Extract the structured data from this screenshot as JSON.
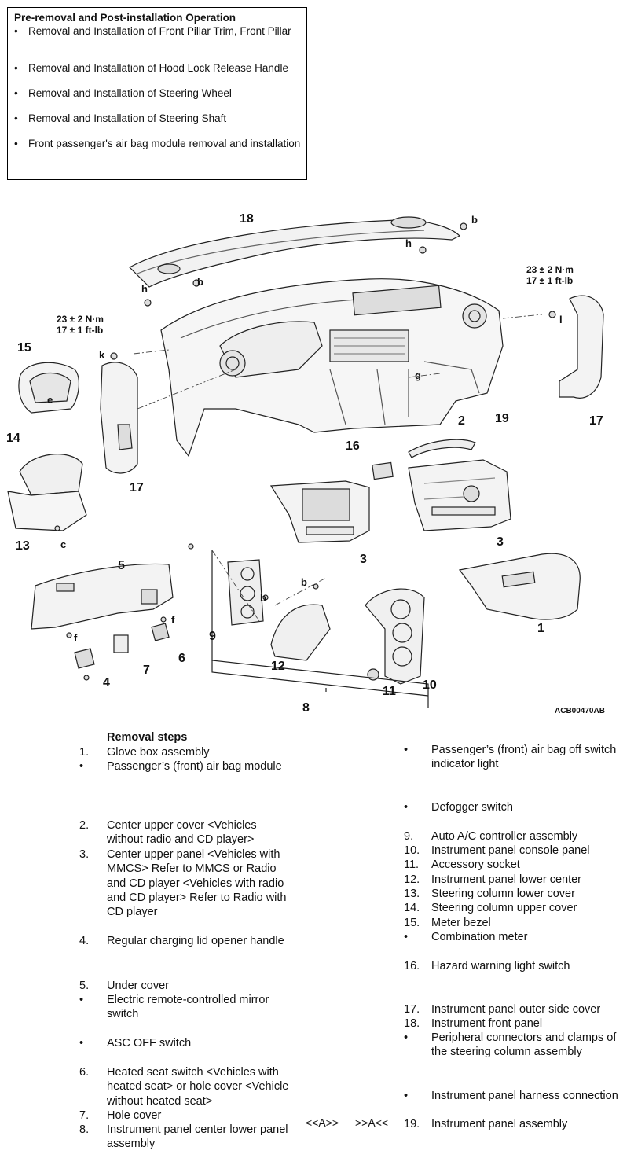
{
  "prereq": {
    "title": "Pre-removal and Post-installation Operation",
    "bullet": "•",
    "items": [
      "Removal and Installation of Front Pillar Trim, Front Pillar",
      "Removal and Installation of Hood Lock Release Handle",
      "Removal and Installation of Steering Wheel",
      "Removal and Installation of Steering Shaft",
      "Front passenger's air bag module removal and installation"
    ]
  },
  "diagram": {
    "code": "ACB00470AB",
    "torque_left": [
      "23 ± 2 N·m",
      "17 ± 1 ft-lb"
    ],
    "torque_right": [
      "23 ± 2 N·m",
      "17 ± 1 ft-lb"
    ],
    "callouts": {
      "n1": "1",
      "n2": "2",
      "n3a": "3",
      "n3b": "3",
      "n4": "4",
      "n5": "5",
      "n6": "6",
      "n7": "7",
      "n8": "8",
      "n9": "9",
      "n10": "10",
      "n11": "11",
      "n12": "12",
      "n13": "13",
      "n14": "14",
      "n15": "15",
      "n16": "16",
      "n17a": "17",
      "n17b": "17",
      "n18": "18",
      "n19": "19"
    },
    "letters": {
      "b1": "b",
      "b2": "b",
      "b3": "b",
      "b4": "b",
      "h1": "h",
      "h2": "h",
      "k": "k",
      "l": "l",
      "g": "g",
      "e": "e",
      "c": "c",
      "f1": "f",
      "f2": "f"
    }
  },
  "removal": {
    "header": "Removal steps",
    "left": [
      {
        "n": "1.",
        "t": "Glove box assembly"
      },
      {
        "n": "•",
        "t": "Passenger’s (front) air bag module"
      },
      {
        "n": "2.",
        "t": "Center upper cover <Vehicles without radio and CD player>"
      },
      {
        "n": "3.",
        "t": "Center upper panel <Vehicles with MMCS> Refer to MMCS or Radio and CD player <Vehicles with radio and CD player> Refer to Radio with CD player"
      },
      {
        "n": "4.",
        "t": "Regular charging lid opener handle"
      },
      {
        "n": "5.",
        "t": "Under cover"
      },
      {
        "n": "•",
        "t": "Electric remote-controlled mirror switch"
      },
      {
        "n": "•",
        "t": "ASC OFF switch"
      },
      {
        "n": "6.",
        "t": "Heated seat switch <Vehicles with heated seat> or hole cover <Vehicle without heated seat>"
      },
      {
        "n": "7.",
        "t": "Hole cover"
      },
      {
        "n": "8.",
        "t": "Instrument panel center lower panel assembly"
      }
    ],
    "right": [
      {
        "n": "•",
        "t": "Passenger’s (front) air bag off switch indicator light"
      },
      {
        "n": "•",
        "t": "Defogger switch"
      },
      {
        "n": "9.",
        "t": "Auto A/C controller assembly"
      },
      {
        "n": "10.",
        "t": "Instrument panel console panel"
      },
      {
        "n": "11.",
        "t": "Accessory socket"
      },
      {
        "n": "12.",
        "t": "Instrument panel lower center"
      },
      {
        "n": "13.",
        "t": "Steering column lower cover"
      },
      {
        "n": "14.",
        "t": "Steering column upper cover"
      },
      {
        "n": "15.",
        "t": "Meter bezel"
      },
      {
        "n": "•",
        "t": "Combination meter"
      },
      {
        "n": "16.",
        "t": "Hazard warning light switch"
      },
      {
        "n": "17.",
        "t": "Instrument panel outer side cover"
      },
      {
        "n": "18.",
        "t": "Instrument front panel"
      },
      {
        "n": "•",
        "t": "Peripheral connectors and clamps of the steering column assembly"
      },
      {
        "n": "•",
        "t": "Instrument panel harness connection"
      },
      {
        "n": "19.",
        "t": "Instrument panel assembly"
      }
    ],
    "marks": {
      "a1": "<<A>>",
      "a2": ">>A<<"
    }
  }
}
